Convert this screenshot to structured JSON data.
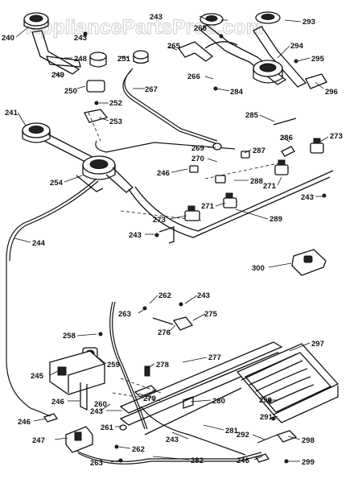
{
  "watermark": "AppliancePartsPros.com",
  "colors": {
    "ink": "#111111",
    "background": "#ffffff",
    "watermark": "#c9c9c9"
  },
  "part_numbers": {
    "p240": "240",
    "p241": "241",
    "p243a": "243",
    "p243b": "243",
    "p243c": "243",
    "p243d": "243",
    "p243e": "243",
    "p244": "244",
    "p245": "245",
    "p246a": "246",
    "p246b": "246",
    "p246c": "246",
    "p246d": "246",
    "p247": "247",
    "p248": "248",
    "p249": "249",
    "p250": "250",
    "p251": "251",
    "p252": "252",
    "p253": "253",
    "p254": "254",
    "p258": "258",
    "p259": "259",
    "p260": "260",
    "p261": "261",
    "p262a": "262",
    "p262b": "262",
    "p263a": "263",
    "p263b": "263",
    "p265": "265",
    "p266": "266",
    "p267": "267",
    "p269": "269",
    "p270": "270",
    "p271a": "271",
    "p271b": "271",
    "p273a": "273",
    "p273b": "273",
    "p275": "275",
    "p276": "276",
    "p277": "277",
    "p278": "278",
    "p279": "279",
    "p280": "280",
    "p281": "281",
    "p282": "282",
    "p284": "284",
    "p285": "285",
    "p286": "286",
    "p287": "287",
    "p288": "288",
    "p289": "289",
    "p290": "290",
    "p291": "291",
    "p292": "292",
    "p293": "293",
    "p294": "294",
    "p295": "295",
    "p296": "296",
    "p297": "297",
    "p298": "298",
    "p299": "299",
    "p300": "300"
  }
}
